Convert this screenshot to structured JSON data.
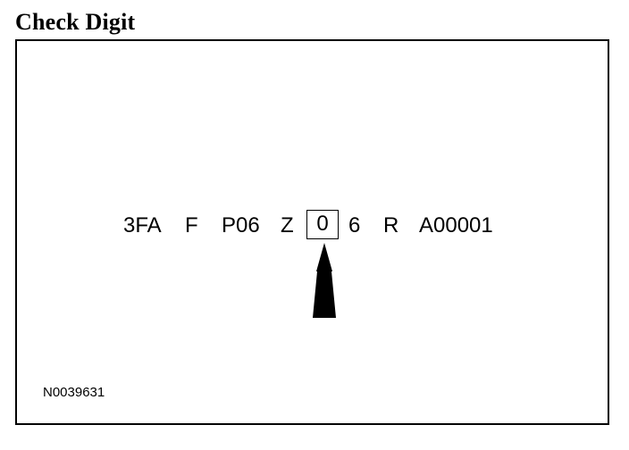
{
  "title": "Check Digit",
  "vin": {
    "segments": [
      "3FA",
      "F",
      "P06",
      "Z",
      "0",
      "6",
      "R",
      "A00001"
    ],
    "highlighted_segment": "0"
  },
  "figure_id": "N0039631",
  "icons": {
    "pointer": "up-arrow-icon"
  },
  "colors": {
    "ink": "#000000",
    "background": "#ffffff"
  }
}
